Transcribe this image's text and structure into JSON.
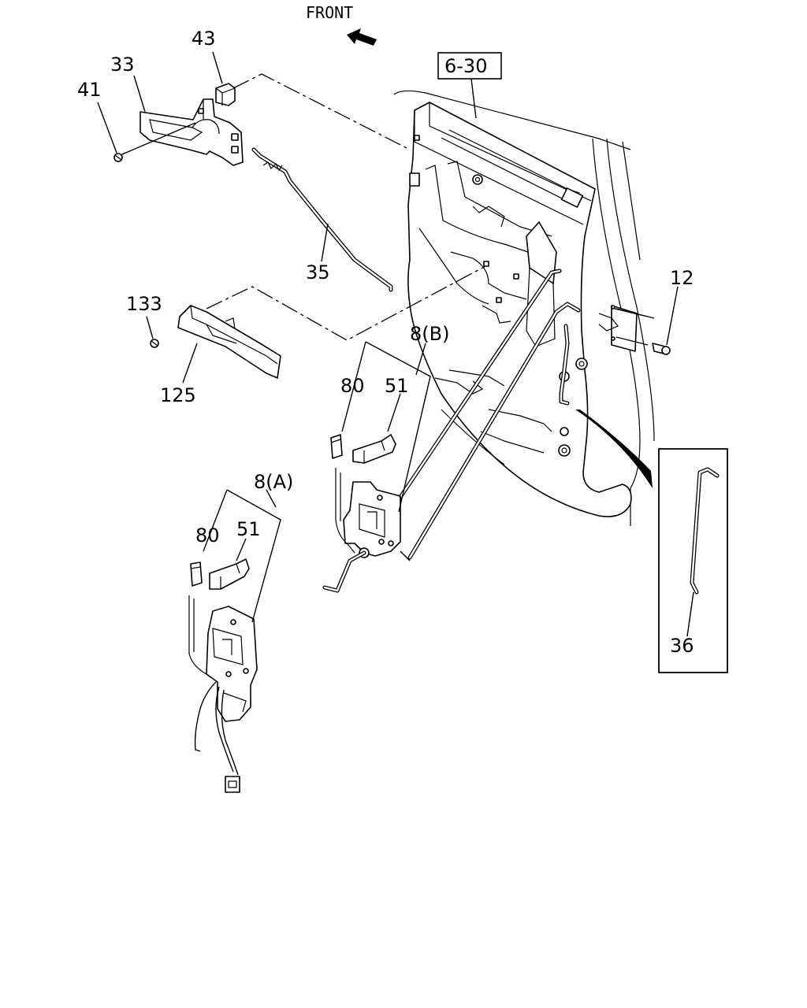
{
  "orientation": {
    "label": "FRONT"
  },
  "reference": {
    "label": "6-30"
  },
  "parts": {
    "p43": "43",
    "p33": "33",
    "p41": "41",
    "p35": "35",
    "p133": "133",
    "p125": "125",
    "p12": "12",
    "p8b": "8(B)",
    "p80b": "80",
    "p51b": "51",
    "p8a": "8(A)",
    "p80a": "80",
    "p51a": "51",
    "p36": "36"
  }
}
